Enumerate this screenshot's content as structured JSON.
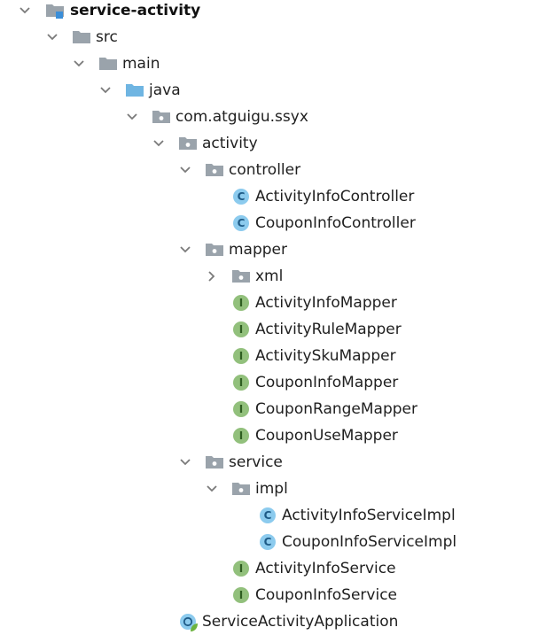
{
  "project_tree": {
    "root": {
      "label": "service-activity",
      "expanded": true
    },
    "src": {
      "label": "src",
      "expanded": true
    },
    "main": {
      "label": "main",
      "expanded": true
    },
    "java": {
      "label": "java",
      "expanded": true
    },
    "pkg": {
      "label": "com.atguigu.ssyx",
      "expanded": true
    },
    "activity": {
      "label": "activity",
      "expanded": true
    },
    "controller": {
      "label": "controller",
      "expanded": true
    },
    "activity_info_controller": {
      "label": "ActivityInfoController",
      "kind": "class"
    },
    "coupon_info_controller": {
      "label": "CouponInfoController",
      "kind": "class"
    },
    "mapper": {
      "label": "mapper",
      "expanded": true
    },
    "xml": {
      "label": "xml",
      "expanded": false
    },
    "activity_info_mapper": {
      "label": "ActivityInfoMapper",
      "kind": "interface"
    },
    "activity_rule_mapper": {
      "label": "ActivityRuleMapper",
      "kind": "interface"
    },
    "activity_sku_mapper": {
      "label": "ActivitySkuMapper",
      "kind": "interface"
    },
    "coupon_info_mapper": {
      "label": "CouponInfoMapper",
      "kind": "interface"
    },
    "coupon_range_mapper": {
      "label": "CouponRangeMapper",
      "kind": "interface"
    },
    "coupon_use_mapper": {
      "label": "CouponUseMapper",
      "kind": "interface"
    },
    "service": {
      "label": "service",
      "expanded": true
    },
    "impl": {
      "label": "impl",
      "expanded": true
    },
    "activity_info_service_impl": {
      "label": "ActivityInfoServiceImpl",
      "kind": "class"
    },
    "coupon_info_service_impl": {
      "label": "CouponInfoServiceImpl",
      "kind": "class"
    },
    "activity_info_service": {
      "label": "ActivityInfoService",
      "kind": "interface"
    },
    "coupon_info_service": {
      "label": "CouponInfoService",
      "kind": "interface"
    },
    "service_activity_application": {
      "label": "ServiceActivityApplication",
      "kind": "spring-boot-application"
    }
  },
  "icons": {
    "class_letter": "C",
    "interface_letter": "I"
  },
  "colors": {
    "arrow": "#7a7a7a",
    "folder": "#9aa3ab",
    "source_folder": "#6fb5e2",
    "class_badge": "#8ccbee",
    "class_letter": "#1d5a86",
    "interface_badge": "#92c07c",
    "interface_letter": "#2f5e21",
    "module_marker": "#3a8ed8",
    "spring_leaf": "#6db33f"
  }
}
